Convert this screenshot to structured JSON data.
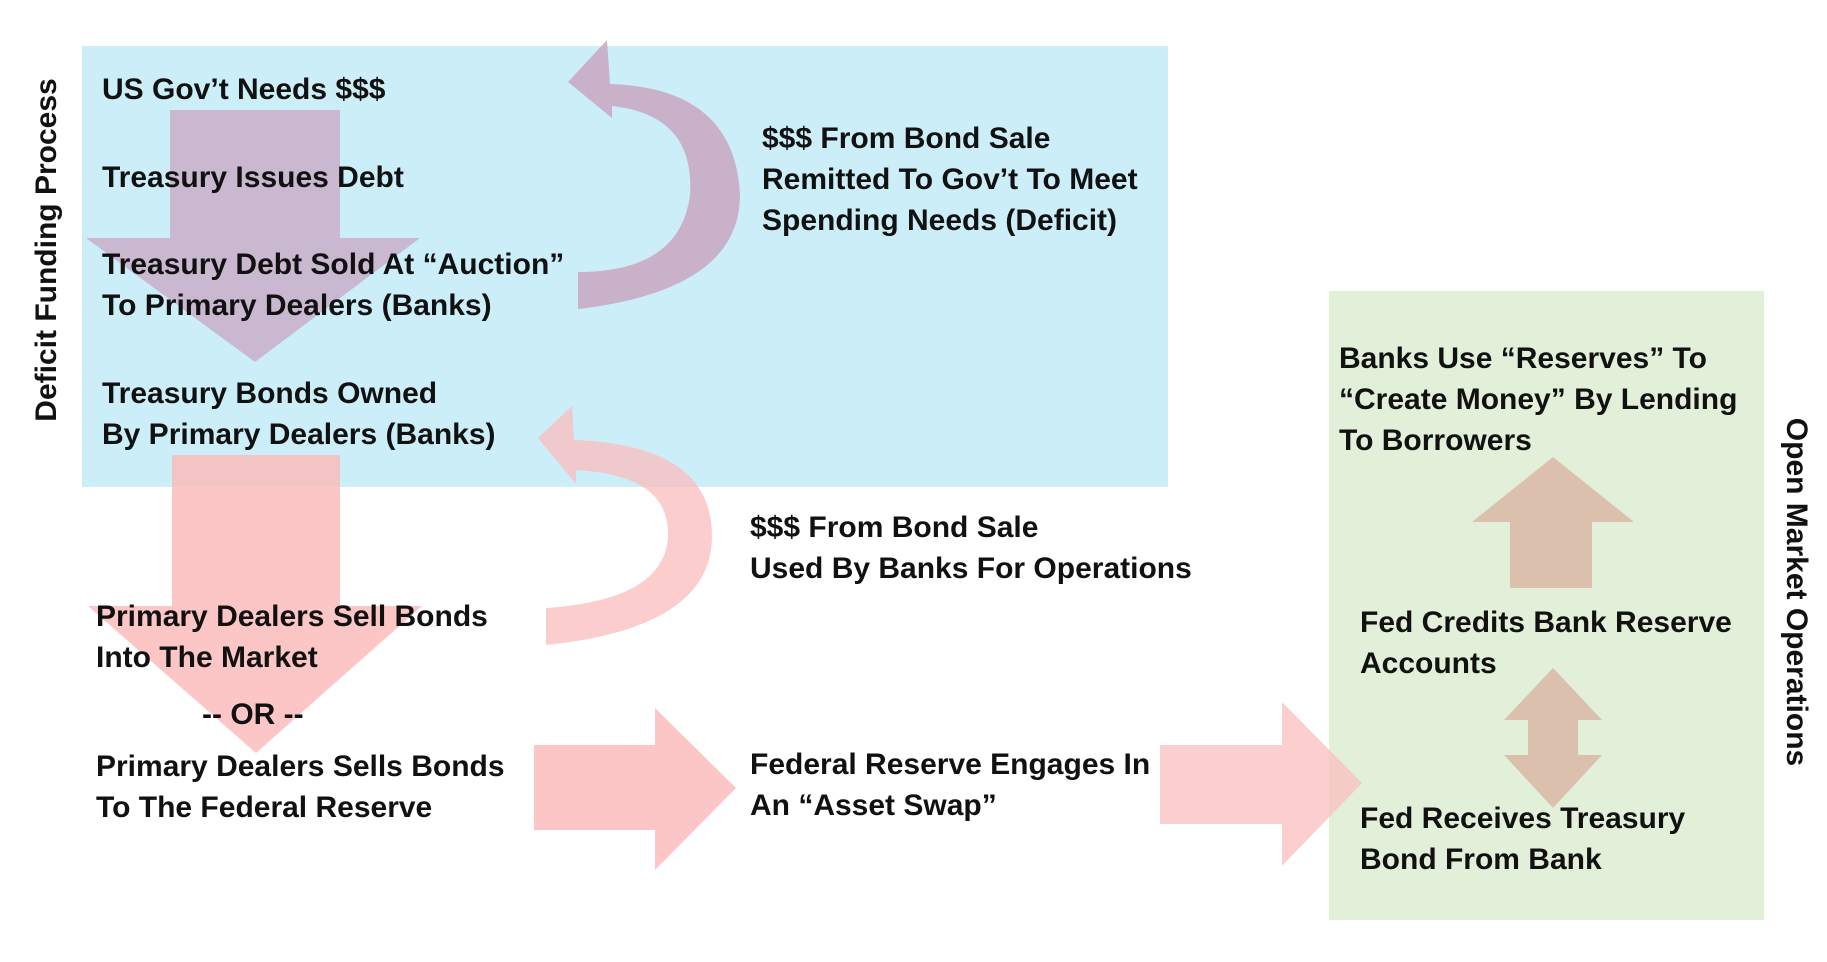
{
  "colors": {
    "deficit_panel": "#cbeef9",
    "open_market_panel": "#e2efd9",
    "purple_arrow": "#c9a3c0",
    "pink_arrow": "#fbbcbc",
    "tan_arrow": "#d9b8a4",
    "text": "#111111"
  },
  "side_labels": {
    "left": "Deficit Funding Process",
    "right": "Open Market Operations"
  },
  "deficit_steps": {
    "step1": "US Gov’t Needs $$$",
    "step2": "Treasury Issues Debt",
    "step3": [
      "Treasury Debt Sold At “Auction”",
      "To Primary Dealers (Banks)"
    ],
    "step4": [
      "Treasury Bonds Owned",
      "By Primary Dealers (Banks)"
    ]
  },
  "notes": {
    "bond_sale_to_gov": [
      "$$$ From Bond Sale",
      "Remitted To Gov’t To Meet",
      "Spending Needs (Deficit)"
    ],
    "bond_sale_to_banks": [
      "$$$ From Bond Sale",
      "Used By Banks For Operations"
    ]
  },
  "dealer_options": {
    "market": [
      "Primary Dealers Sell Bonds",
      "Into The Market"
    ],
    "or": "-- OR --",
    "fed": [
      "Primary Dealers Sells Bonds",
      "To The Federal Reserve"
    ]
  },
  "asset_swap": [
    "Federal Reserve Engages In",
    "An “Asset Swap”"
  ],
  "open_market": {
    "lending": [
      "Banks Use “Reserves” To",
      "“Create Money” By Lending",
      "To Borrowers"
    ],
    "credits": [
      "Fed Credits Bank Reserve",
      "Accounts"
    ],
    "receives": [
      "Fed Receives Treasury",
      "Bond From Bank"
    ]
  }
}
